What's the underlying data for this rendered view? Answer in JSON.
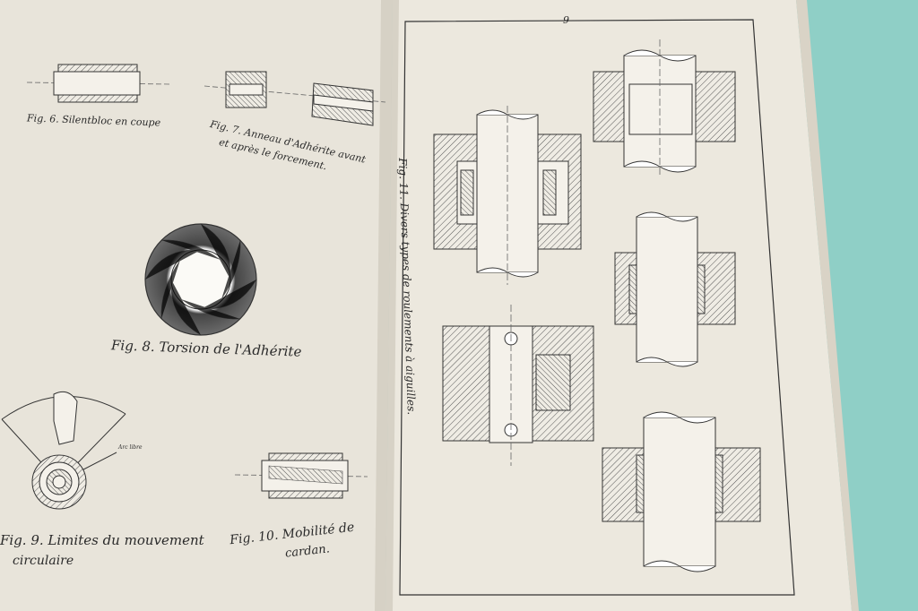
{
  "page_number": "9",
  "captions": {
    "fig6": "Fig. 6. Silentbloc en coupe",
    "fig7_line1": "Fig. 7. Anneau d'Adhérite avant",
    "fig7_line2": "et après le forcement.",
    "fig8": "Fig. 8. Torsion de l'Adhérite",
    "fig9_line1": "Fig. 9. Limites du mouvement",
    "fig9_line2": "circulaire",
    "fig10_line1": "Fig. 10. Mobilité de",
    "fig10_line2": "cardan.",
    "fig11": "Fig. 11. Divers types de roulements à aiguilles."
  },
  "annotation": "Arc libre",
  "colors": {
    "background": "#8fcfc6",
    "paper": "#ebe7dd",
    "ink": "#2a2a2a"
  }
}
